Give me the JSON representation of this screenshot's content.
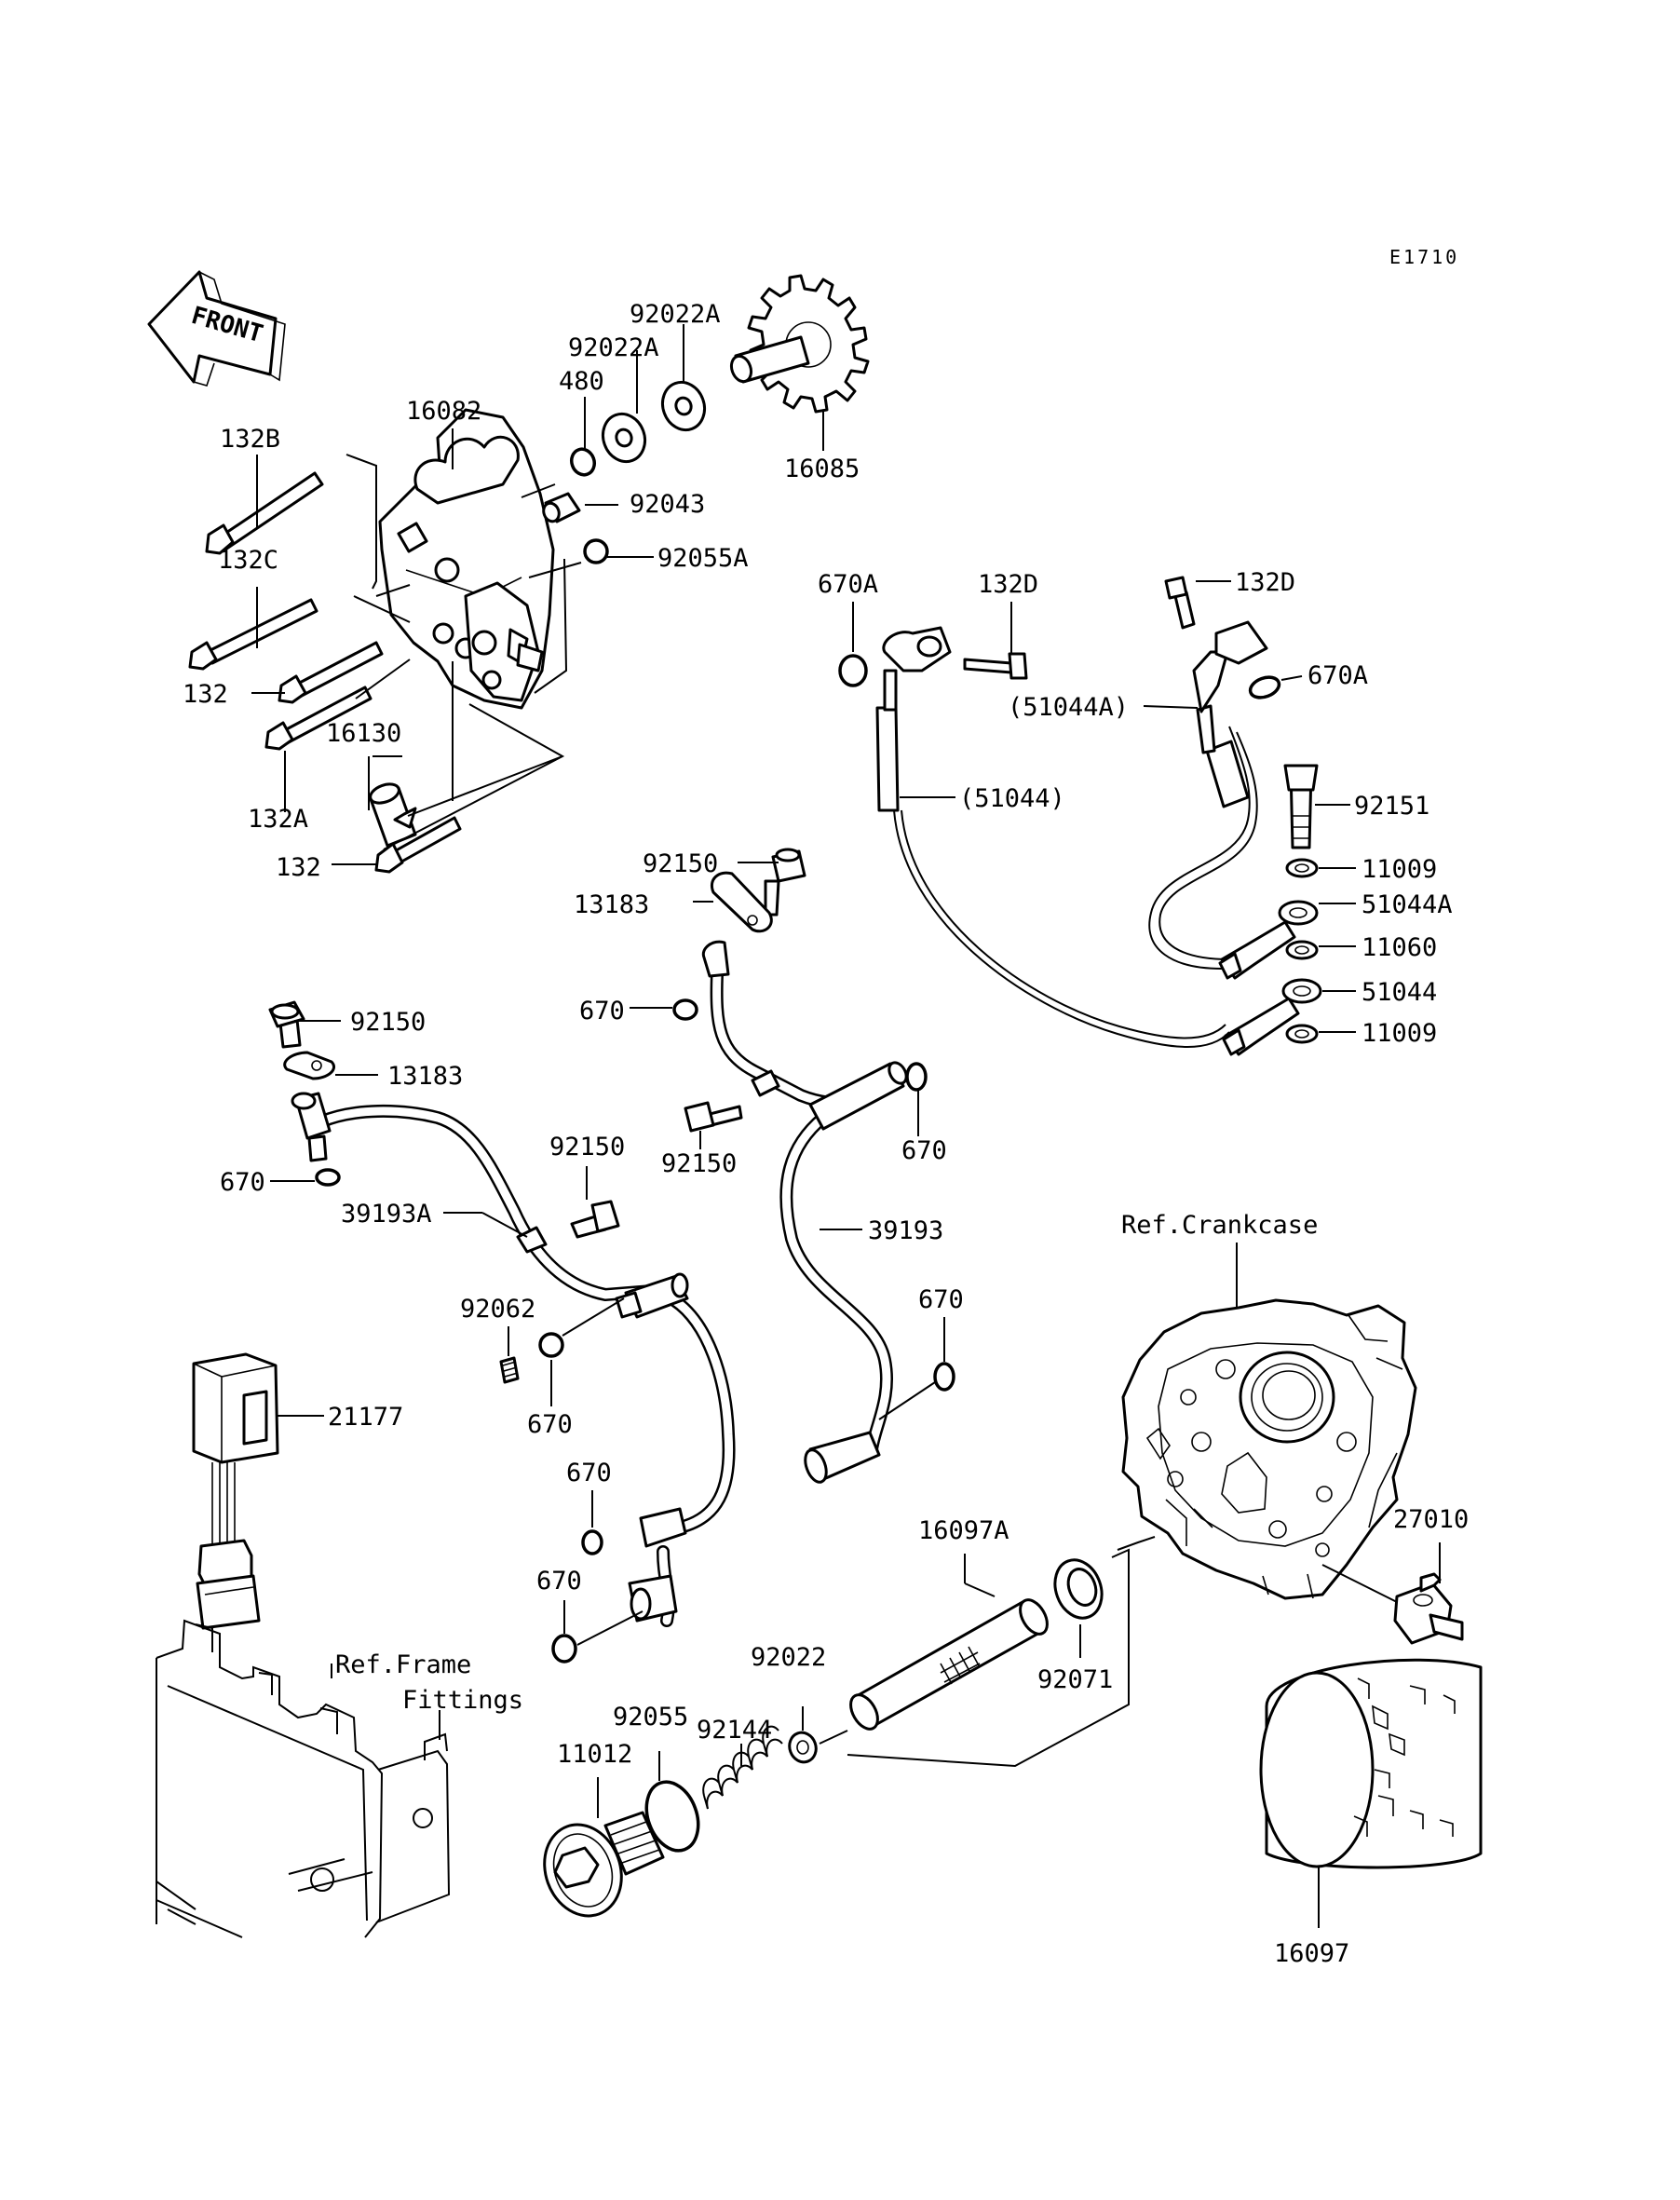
{
  "diagram": {
    "code": "E1710",
    "front_label": "FRONT",
    "labels": {
      "l_92022A_top": "92022A",
      "l_92022A": "92022A",
      "l_480": "480",
      "l_16082": "16082",
      "l_132B": "132B",
      "l_92043": "92043",
      "l_16085": "16085",
      "l_92055A": "92055A",
      "l_132C": "132C",
      "l_132": "132",
      "l_16130": "16130",
      "l_132A": "132A",
      "l_132_low": "132",
      "l_670A_left": "670A",
      "l_132D_left": "132D",
      "l_132D_right": "132D",
      "l_670A_right": "670A",
      "l_51044A_paren": "(51044A)",
      "l_51044_paren": "(51044)",
      "l_92151": "92151",
      "l_11009_top": "11009",
      "l_51044A": "51044A",
      "l_11060": "11060",
      "l_51044": "51044",
      "l_11009_bottom": "11009",
      "l_92150_mid": "92150",
      "l_13183_mid": "13183",
      "l_670_mid": "670",
      "l_92150_left": "92150",
      "l_13183_left": "13183",
      "l_92150_mid_low": "92150",
      "l_670_right": "670",
      "l_670_left": "670",
      "l_39193A": "39193A",
      "l_92150_center": "92150",
      "l_39193": "39193",
      "l_ref_crankcase": "Ref.Crankcase",
      "l_92062": "92062",
      "l_670_right_low": "670",
      "l_670_center": "670",
      "l_21177": "21177",
      "l_670_a": "670",
      "l_16097A": "16097A",
      "l_27010": "27010",
      "l_670_b": "670",
      "l_92071": "92071",
      "l_92022": "92022",
      "l_ref_frame": "Ref.Frame",
      "l_fittings": "Fittings",
      "l_92055": "92055",
      "l_92144": "92144",
      "l_11012": "11012",
      "l_16097": "16097"
    }
  }
}
